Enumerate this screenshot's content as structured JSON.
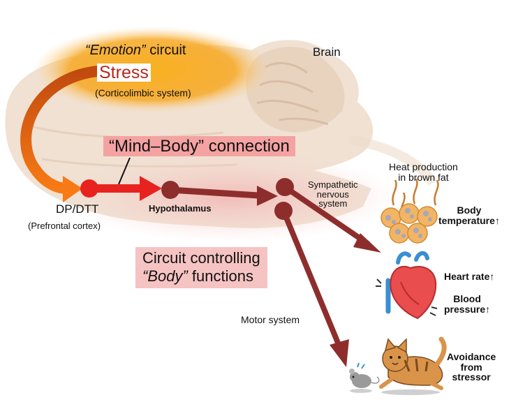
{
  "labels": {
    "brain": "Brain",
    "emotion_quote": "“Emotion”",
    "emotion_word": "circuit",
    "stress": "Stress",
    "corticolimbic": "(Corticolimbic system)",
    "mind_body": "“Mind–Body” connection",
    "dp_dtt": "DP/DTT",
    "prefrontal": "(Prefrontal cortex)",
    "hypothalamus": "Hypothalamus",
    "sympathetic_1": "Sympathetic",
    "sympathetic_2": "nervous",
    "sympathetic_3": "system",
    "heat_1": "Heat production",
    "heat_2": "in brown fat",
    "body_temp_1": "Body",
    "body_temp_2": "temperature↑",
    "heart_rate": "Heart rate↑",
    "blood_1": "Blood",
    "blood_2": "pressure↑",
    "motor_system": "Motor system",
    "avoid_1": "Avoidance",
    "avoid_2": "from",
    "avoid_3": "stressor",
    "body_circuit_1": "Circuit controlling",
    "body_quote": "“Body”",
    "body_circuit_2": "functions"
  },
  "colors": {
    "emotion_glow": "#f7a823",
    "stress_text": "#b5281e",
    "mind_body_box": "#f4a2a2",
    "body_box": "#f6c3c3",
    "red_pathway": "#e8231f",
    "dark_pathway": "#8e2e2c",
    "orange_arrow": "#ef6a10",
    "brain_tissue": "#eddccb"
  },
  "icons": [
    "brain-illustration",
    "brown-fat-cells-icon",
    "heart-icon",
    "cat-icon",
    "mouse-icon"
  ]
}
